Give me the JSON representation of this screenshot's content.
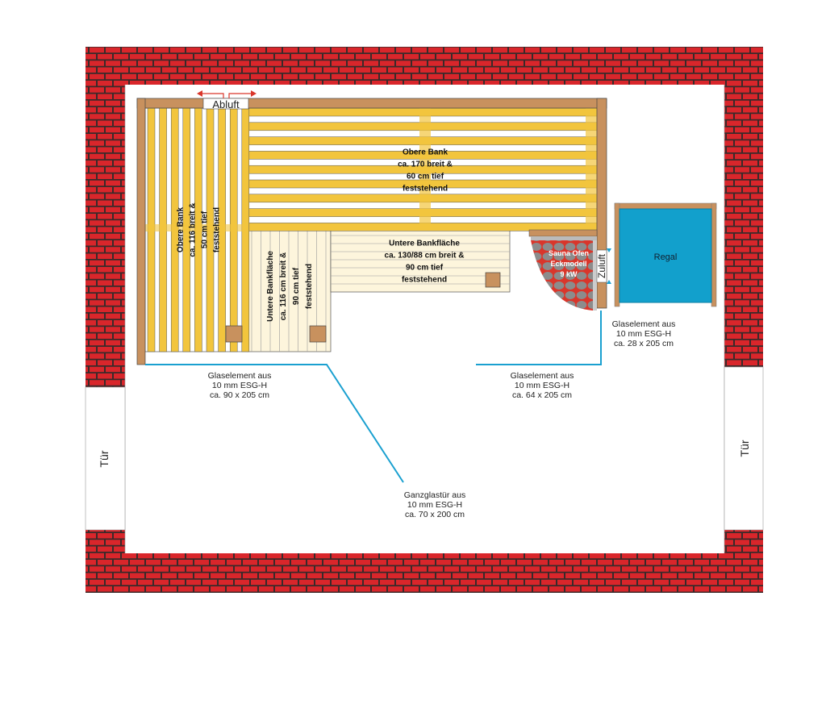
{
  "labels": {
    "abluft": "Abluft",
    "zuluft": "Zuluft",
    "door_left": "Tür",
    "door_right": "Tür",
    "upper_bench_top": [
      "Obere Bank",
      "ca. 170 breit &",
      "60 cm tief",
      "feststehend"
    ],
    "upper_bench_left": [
      "Obere Bank",
      "ca. 116 breit &",
      "50 cm tief",
      "feststehend"
    ],
    "lower_bench_left": [
      "Untere Bankfläche",
      "ca. 116 cm breit &",
      "90 cm tief",
      "feststehend"
    ],
    "lower_bench_mid": [
      "Untere Bankfläche",
      "ca. 130/88 cm breit &",
      "90 cm tief",
      "feststehend"
    ],
    "oven": [
      "Sauna Ofen",
      "Eckmodell",
      "9 kW"
    ],
    "shelf": "Regal",
    "glass_left": [
      "Glaselement aus",
      "10 mm ESG-H",
      "ca. 90 x 205 cm"
    ],
    "glass_mid": [
      "Glaselement aus",
      "10 mm ESG-H",
      "ca. 64 x 205 cm"
    ],
    "glass_right": [
      "Glaselement aus",
      "10 mm ESG-H",
      "ca. 28 x 205 cm"
    ],
    "glass_door": [
      "Ganzglastür aus",
      "10 mm ESG-H",
      "ca. 70 x 200 cm"
    ]
  },
  "colors": {
    "brick": "#d9262b",
    "wood": "#c8915e",
    "bench": "#f2c53d",
    "bench_light": "#fdf5dc",
    "glass": "#1aa0d0",
    "shelf": "#12a0cc",
    "oven": "#8a8a8a"
  }
}
